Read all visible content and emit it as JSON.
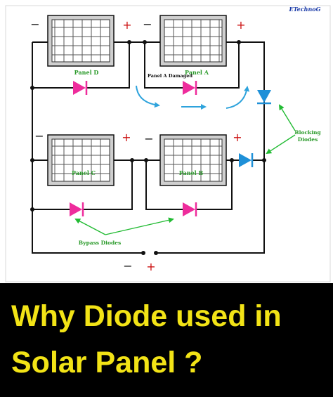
{
  "brand": "ETechnoG",
  "panels": [
    {
      "id": "D",
      "label": "Panel D"
    },
    {
      "id": "A",
      "label": "Panel A"
    },
    {
      "id": "C",
      "label": "Panel C"
    },
    {
      "id": "B",
      "label": "Panel B"
    }
  ],
  "annotations": {
    "damaged": "Panel A Damaged",
    "blocking_line1": "Blocking",
    "blocking_line2": "Diodes",
    "bypass": "Bypass Diodes"
  },
  "polarity": {
    "minus": "−",
    "plus": "+"
  },
  "banner": {
    "line1": "Why Diode used in",
    "line2": "Solar Panel ?"
  },
  "colors": {
    "bypass_diode": "#ee2c9c",
    "blocking_diode": "#1e90d8",
    "current_arrow": "#2ea3dc",
    "annotation_line": "#22bb33",
    "label_text": "#2a9a2a",
    "title_text": "#f2e316",
    "banner_bg": "#000000"
  }
}
